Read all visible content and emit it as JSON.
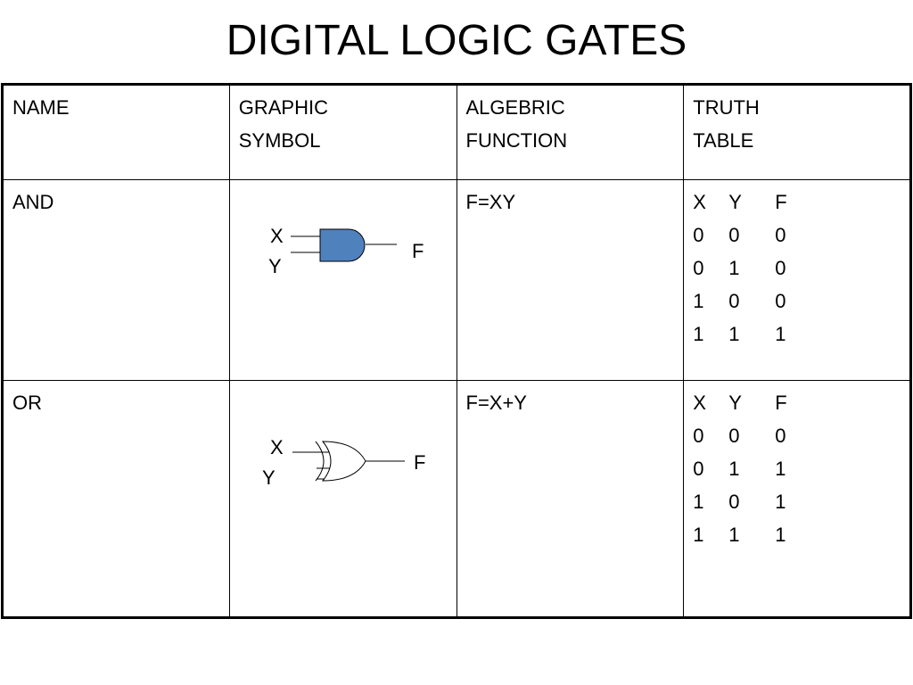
{
  "title": "DIGITAL LOGIC GATES",
  "header": {
    "name": "NAME",
    "symbol": [
      "GRAPHIC",
      "SYMBOL"
    ],
    "function": [
      "ALGEBRIC",
      "FUNCTION"
    ],
    "truth": [
      "TRUTH",
      "TABLE"
    ]
  },
  "gates": [
    {
      "name": "AND",
      "function": "F=XY",
      "inputs": [
        "X",
        "Y"
      ],
      "output": "F",
      "fill": "#4f81bd",
      "truth_header": [
        "X",
        "Y",
        "F"
      ],
      "truth_rows": [
        [
          "0",
          "0",
          "0"
        ],
        [
          "0",
          "1",
          "0"
        ],
        [
          "1",
          "0",
          "0"
        ],
        [
          "1",
          "1",
          "1"
        ]
      ]
    },
    {
      "name": "OR",
      "function": "F=X+Y",
      "inputs": [
        "X",
        "Y"
      ],
      "output": "F",
      "fill": "#ffffff",
      "truth_header": [
        "X",
        "Y",
        "F"
      ],
      "truth_rows": [
        [
          "0",
          "0",
          "0"
        ],
        [
          "0",
          "1",
          "1"
        ],
        [
          "1",
          "0",
          "1"
        ],
        [
          "1",
          "1",
          "1"
        ]
      ]
    }
  ]
}
